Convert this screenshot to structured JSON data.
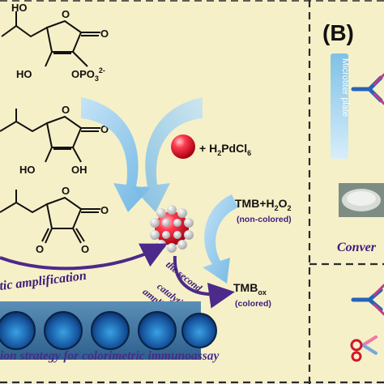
{
  "panel_b": {
    "label": "(B)",
    "plate_label": "Microtiter plate",
    "conversion_text": "Conver"
  },
  "molecules": {
    "top": {
      "ho_left": "HO",
      "group_right": "OPO",
      "charge_sub": "3",
      "charge_sup": "2-"
    },
    "middle": {
      "ho_left": "HO",
      "oh_right": "OH"
    },
    "oxygen": "O"
  },
  "reagents": {
    "h2pdcl6": {
      "prefix": "+ H",
      "sub1": "2",
      "mid": "PdCl",
      "sub2": "6"
    },
    "tmb_h2o2": {
      "a": "TMB+H",
      "sub1": "2",
      "b": "O",
      "sub2": "2",
      "status": "(non-colored)"
    },
    "tmb_ox": {
      "a": "TMB",
      "sub": "ox",
      "status": "(colored)"
    }
  },
  "amplification": {
    "first": "tic amplification",
    "second_line1": "the second",
    "second_line2": "catalytic",
    "second_line3": "amplification"
  },
  "caption": "ion strategy for colorimetric immunoassay",
  "colors": {
    "background": "#f6f0c8",
    "dashed_border": "#2b2b2b",
    "arrow_light_blue": "#8ec9ec",
    "purple": "#4b2a8a",
    "sphere_red": "#e0182c",
    "well_blue": "#1d6fb8"
  }
}
